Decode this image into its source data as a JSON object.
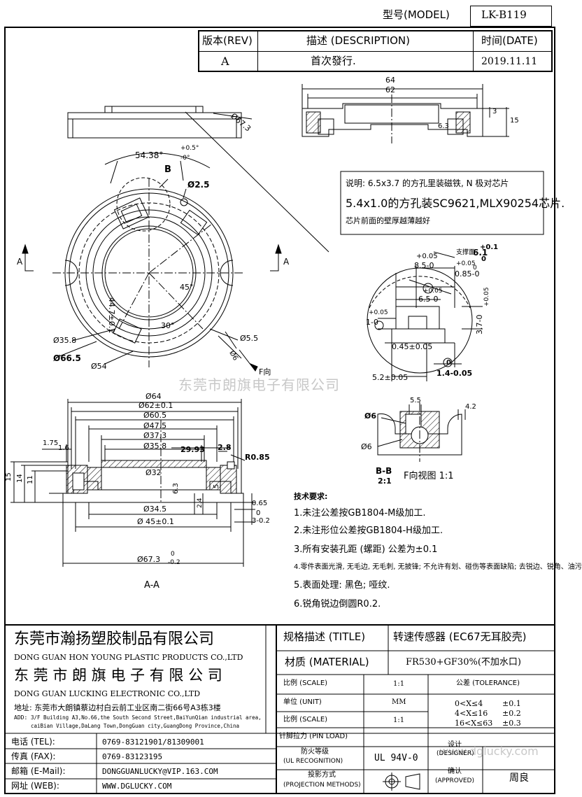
{
  "model": {
    "label": "型号(MODEL)",
    "value": "LK-B119"
  },
  "revision_table": {
    "headers": [
      "版本(REV)",
      "描述 (DESCRIPTION)",
      "时间(DATE)"
    ],
    "row": [
      "A",
      "首次發行.",
      "2019.11.11"
    ]
  },
  "dims": {
    "top_view": {
      "d67_3": "Ø67.3",
      "angle": "54.38°",
      "angle_tol_up": "+0.5°",
      "angle_tol_dn": "-0°",
      "label_b": "B",
      "d2_5": "Ø2.5",
      "d44_7": "44.7±0.1",
      "deg45": "45°",
      "deg30": "30°",
      "d35_8": "Ø35.8",
      "d5_5": "Ø5.5",
      "d66_5": "Ø66.5",
      "d54": "Ø54",
      "d6": "Ø6",
      "section_a": "A",
      "f_arrow": "F向"
    },
    "small_section": {
      "d64": "64",
      "d62": "62",
      "d3": "3",
      "d15": "15",
      "d6_3": "6.3"
    },
    "note_box": {
      "line1": "说明: 6.5x3.7  的方孔里装磁铁, N  极对芯片",
      "line2": "5.4x1.0的方孔装SC9621,MLX90254芯片.",
      "line3": "芯片前面的壁厚越薄越好"
    },
    "detail_b": {
      "t1": "+0.05",
      "t2": "8.5-0",
      "t3": "+0.05",
      "t4": "6.5-0",
      "t5": "+0.05",
      "t6": "1-0",
      "t7": "0.45±0.05",
      "t8": "+0.05",
      "t9": "3.7-0",
      "t10": "0.85-0",
      "t11": "1.4-0.05",
      "t12": "0",
      "t13": "5.2±0.05",
      "t14": "+0.1",
      "t15": "6.1",
      "t16": "0",
      "t17": "支撑面",
      "t18": "+0.05",
      "t19": "0"
    },
    "section_aa": {
      "d64": "Ø64",
      "d62": "Ø62±0.1",
      "d60_5": "Ø60.5",
      "d47_5": "Ø47.5",
      "d37_3": "Ø37.3",
      "d35_8": "Ø35.8",
      "d29_93": "29.93",
      "d2_8": "2.8",
      "r085": "R0.85",
      "d32": "Ø32",
      "d1_75": "1.75",
      "d1_6": "1.6",
      "h15": "15",
      "h14": "14",
      "h11": "11",
      "h6_3": "6.3",
      "h5": "5",
      "h2_4": "2.4",
      "d34_5": "Ø34.5",
      "d45": "Ø 45±0.1",
      "h0_65": "0.65",
      "h0": "0",
      "h3": "3-0.2",
      "d67_3": "Ø67.3",
      "d67_tol_up": "0",
      "d67_tol_dn": "-0.2",
      "title": "A-A"
    },
    "section_bb": {
      "d5_5": "5.5",
      "d4_2": "4.2",
      "d6a": "Ø6",
      "d6b": "Ø6",
      "title": "B-B",
      "scale": "2:1",
      "fview": "F向视图   1:1"
    }
  },
  "tech_req": {
    "title": "技术要求:",
    "items": [
      "1.未注公差按GB1804-M级加工.",
      "2.未注形位公差按GB1804-H级加工.",
      "3.所有安装孔距 (螺距) 公差为±0.1",
      "4.零件表面光滑, 无毛边, 无毛刺, 无披锋; 不允许有划、碰伤等表面缺陷; 去锐边、锐角、油污",
      "5.表面处理: 黑色; 哑纹.",
      "6.锐角锐边倒圆R0.2."
    ]
  },
  "watermark": "东莞市朗旗电子有限公司",
  "watermark2": "www.dglucky.com",
  "title_block": {
    "company1_cn": "东莞市瀚扬塑胶制品有限公司",
    "company1_en": "DONG GUAN HON YOUNG PLASTIC PRODUCTS CO.,LTD",
    "company2_cn": "东 莞 市 朗 旗 电 子 有 限 公 司",
    "company2_en": "DONG GUAN LUCKING ELECTRONIC CO.,LTD",
    "address_cn": "地址: 东莞市大朗镇蔡边村白云前工业区南二街66号A3栋3楼",
    "address_en_label": "ADD:",
    "address_en1": "3/F Building A3,No.66,the South Second Street,BaiYunQian industrial area,",
    "address_en2": "caiBian Village,DaLang Town,DongGuan city,GuangDong Province,China",
    "tel_label": "电话 (TEL):",
    "tel": "0769-83121901/81309001",
    "fax_label": "传真 (FAX):",
    "fax": "0769-83123195",
    "email_label": "邮箱 (E-Mail):",
    "email": "DONGGUANLUCKY@VIP.163.COM",
    "web_label": "网址 (WEB):",
    "web": "WWW.DGLUCKY.COM",
    "spec_label": "规格描述 (TITLE)",
    "spec_value": "转速传感器 (EC67无耳胶壳)",
    "material_label": "材质 (MATERIAL)",
    "material_value": "FR530+GF30%(不加水口)",
    "scale_label": "比例 (SCALE)",
    "scale_value": "1:1",
    "tolerance_label": "公差 (TOLERANCE)",
    "unit_label": "单位 (UNIT)",
    "unit_value": "MM",
    "scale2_label": "比例 (SCALE)",
    "scale2_value": "1:1",
    "tol_rows": [
      [
        "0<X≤4",
        "±0.1"
      ],
      [
        "4<X≤16",
        "±0.2"
      ],
      [
        "16<X≤63",
        "±0.3"
      ]
    ],
    "pin_label": "针脚拉力 (PIN LOAD)",
    "fire_label1": "防火等级",
    "fire_label2": "(UL RECOGNITION)",
    "fire_value": "UL 94V-0",
    "proj_label1": "投影方式",
    "proj_label2": "(PROJECTION METHODS)",
    "designer_label1": "设计",
    "designer_label2": "(DESIGNER)",
    "approved_label1": "确认",
    "approved_label2": "(APPROVED)",
    "approved_value": "周良"
  }
}
